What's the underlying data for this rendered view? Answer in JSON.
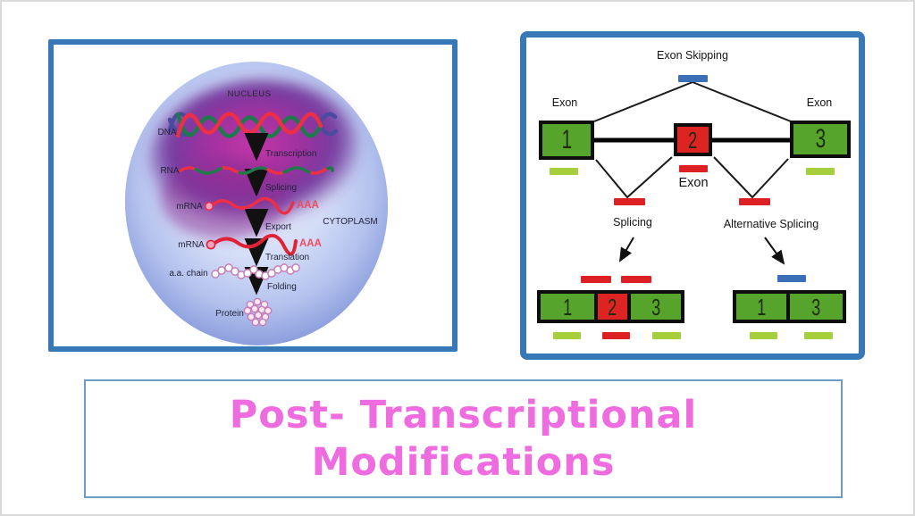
{
  "title": {
    "line1": "Post- Transcriptional",
    "line2": "Modifications"
  },
  "left_panel": {
    "labels": {
      "nucleus": "NUCLEUS",
      "dna": "DNA",
      "transcription": "Transcription",
      "rna": "RNA",
      "splicing": "Splicing",
      "mrna_nucleus": "mRNA",
      "poly_a_nucleus": "AAA",
      "export": "Export",
      "cytoplasm": "CYTOPLASM",
      "mrna_cytoplasm": "mRNA",
      "poly_a_cytoplasm": "AAA",
      "translation": "Translation",
      "aa_chain": "a.a. chain",
      "folding": "Folding",
      "protein": "Protein"
    }
  },
  "right_panel": {
    "labels": {
      "exon_skipping": "Exon Skipping",
      "exon_left": "Exon",
      "exon_right": "Exon",
      "exon_mid": "Exon",
      "splicing": "Splicing",
      "alternative_splicing": "Alternative Splicing"
    },
    "gene_exons": [
      "1",
      "2",
      "3"
    ],
    "splicing_result": [
      "1",
      "2",
      "3"
    ],
    "alternative_result": [
      "1",
      "3"
    ]
  },
  "colors": {
    "panel_border": "#3779b7",
    "title_border": "#6d9cc4",
    "title_text": "#ef6be0",
    "exon_green": "#57a42c",
    "exon_red": "#dd2423",
    "bar_blue": "#3b6fb8",
    "bar_yellow_green": "#a6cf3d",
    "bar_red": "#dc2023",
    "cell_blue": "#b4c2ee",
    "nucleus_purple": "#a131a0"
  }
}
